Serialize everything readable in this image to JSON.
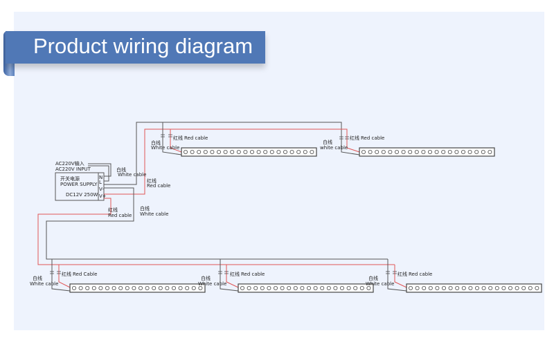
{
  "title": "Product wiring diagram",
  "power_supply": {
    "input_cn": "AC220V输入",
    "input_en": "AC220V INPUT",
    "name_cn": "开关电源",
    "name_en": "POWER SUPPLY",
    "rating": "DC12V 250W",
    "terminals": [
      "N",
      "L",
      "V-",
      "V+"
    ]
  },
  "labels": {
    "white_cn": "白线",
    "white_en": "White cable",
    "red_cn": "红线",
    "red_en": "Red cable",
    "red_en_alt": "Red Cable",
    "white_en_lower": "white cable"
  },
  "colors": {
    "white_wire": "#555555",
    "red_wire": "#e05555",
    "banner": "#5078b6",
    "panel": "#eef3fd"
  },
  "led_strips": [
    {
      "name": "strip-top-1"
    },
    {
      "name": "strip-top-2"
    },
    {
      "name": "strip-bottom-1"
    },
    {
      "name": "strip-bottom-2"
    },
    {
      "name": "strip-bottom-3"
    }
  ]
}
